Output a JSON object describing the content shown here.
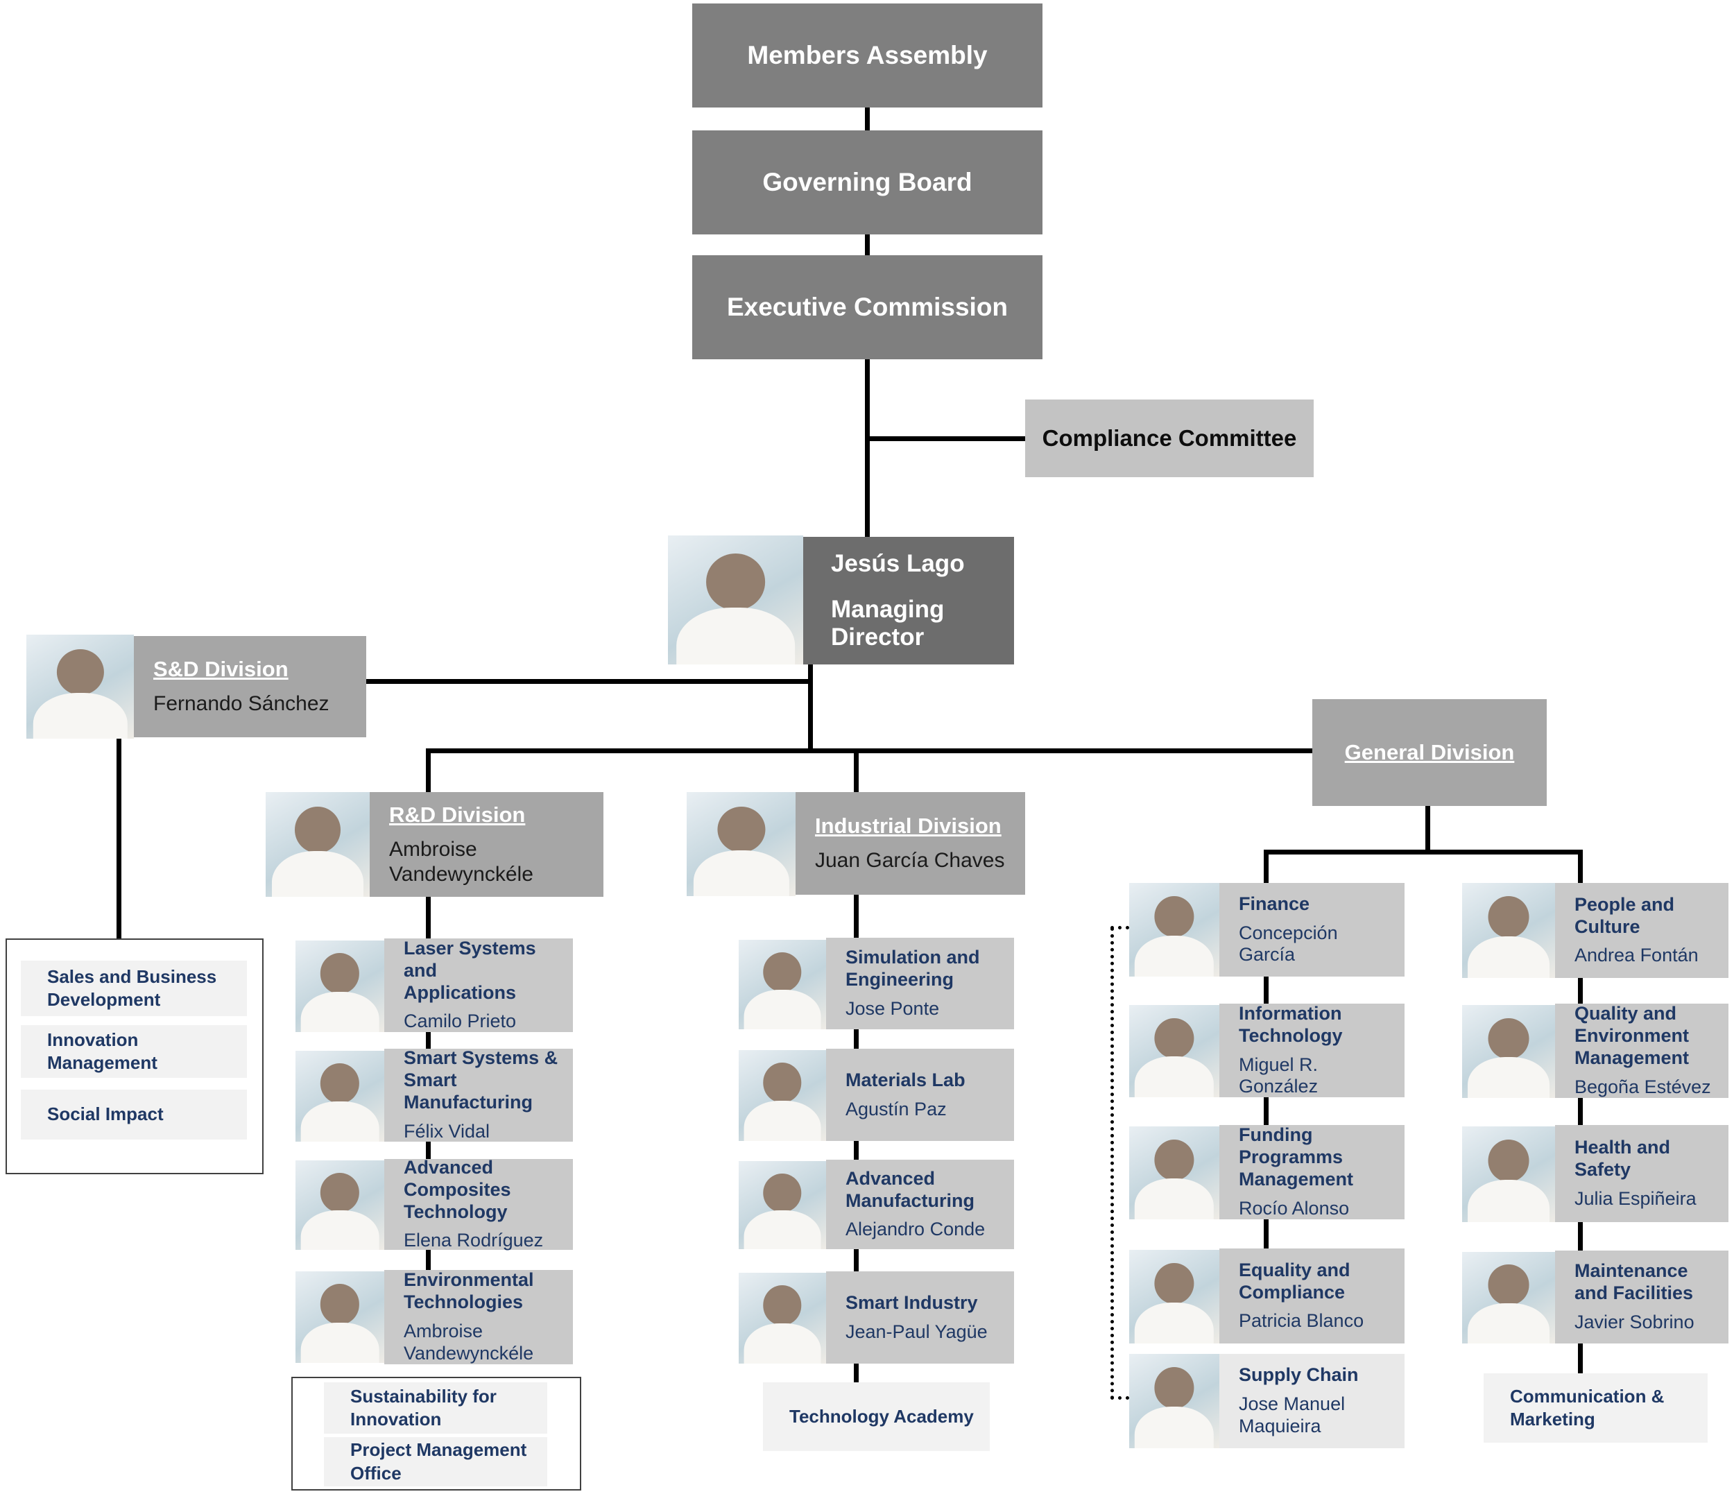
{
  "palette": {
    "navy_text": "#1f3864",
    "governance_gray": "#7f7f7f",
    "director_gray": "#6d6d6d",
    "division_gray": "#a6a6a6",
    "unit_gray": "#c9c9c9",
    "unit_light_gray": "#e9e9e9",
    "office_gray": "#f2f2f2",
    "connector_black": "#000000"
  },
  "governance": {
    "members_assembly": "Members Assembly",
    "governing_board": "Governing Board",
    "executive_commission": "Executive Commission",
    "compliance_committee": "Compliance Committee"
  },
  "managing_director": {
    "name": "Jesús Lago",
    "title": "Managing Director"
  },
  "sd_division": {
    "title": "S&D Division",
    "head": "Fernando Sánchez",
    "units": [
      {
        "label": "Sales and Business\nDevelopment"
      },
      {
        "label": "Innovation Management"
      },
      {
        "label": "Social Impact"
      }
    ]
  },
  "rd_division": {
    "title": "R&D Division",
    "head": "Ambroise\nVandewynckéle",
    "units": [
      {
        "title": "Laser Systems and\nApplications",
        "head": "Camilo Prieto"
      },
      {
        "title": "Smart Systems &\nSmart Manufacturing",
        "head": "Félix Vidal"
      },
      {
        "title": "Advanced\nComposites\nTechnology",
        "head": "Elena Rodríguez"
      },
      {
        "title": "Environmental\nTechnologies",
        "head": "Ambroise\nVandewynckéle"
      }
    ],
    "offices": [
      {
        "label": "Sustainability for\nInnovation"
      },
      {
        "label": "Project Management Office"
      }
    ]
  },
  "industrial_division": {
    "title": "Industrial Division",
    "head": "Juan García Chaves",
    "units": [
      {
        "title": "Simulation and\nEngineering",
        "head": "Jose Ponte"
      },
      {
        "title": "Materials Lab",
        "head": "Agustín Paz"
      },
      {
        "title": "Advanced\nManufacturing",
        "head": "Alejandro Conde"
      },
      {
        "title": "Smart Industry",
        "head": "Jean-Paul Yagüe"
      }
    ],
    "offices": [
      {
        "label": "Technology Academy"
      }
    ]
  },
  "general_division": {
    "title": "General Division",
    "left_units": [
      {
        "title": "Finance",
        "head": "Concepción García"
      },
      {
        "title": "Information\nTechnology",
        "head": "Miguel R. González"
      },
      {
        "title": "Funding Programms\nManagement",
        "head": "Rocío Alonso"
      },
      {
        "title": "Equality and\nCompliance",
        "head": "Patricia Blanco"
      },
      {
        "title": "Supply Chain",
        "head": "Jose Manuel Maquieira"
      }
    ],
    "right_units": [
      {
        "title": "People and Culture",
        "head": "Andrea Fontán"
      },
      {
        "title": "Quality and\nEnvironment\nManagement",
        "head": "Begoña Estévez"
      },
      {
        "title": "Health and Safety",
        "head": "Julia Espiñeira"
      },
      {
        "title": "Maintenance\n and Facilities",
        "head": "Javier Sobrino"
      }
    ],
    "offices": [
      {
        "label": "Communication &\nMarketing"
      }
    ]
  }
}
